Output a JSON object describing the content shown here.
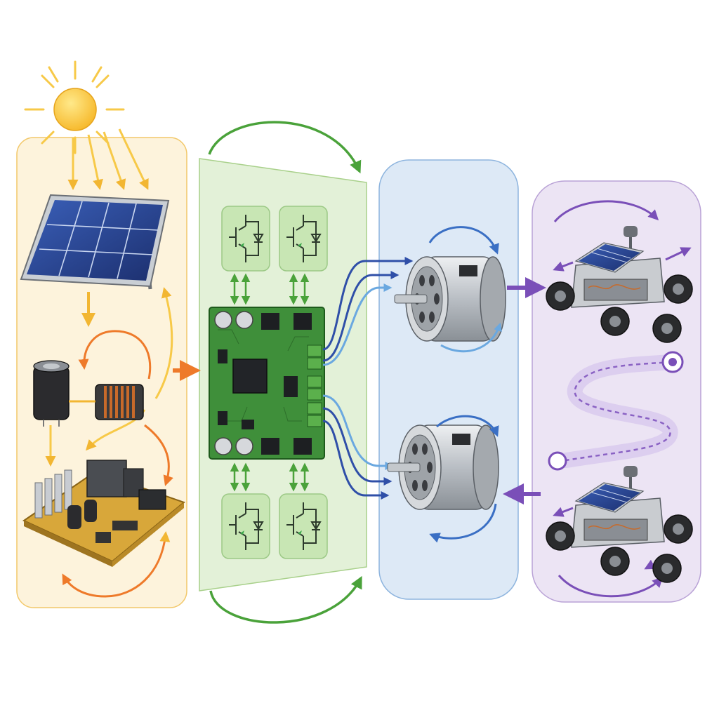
{
  "diagram": {
    "stages": [
      {
        "id": "solar-power-stage",
        "fill": "#fdf3dc",
        "stroke": "#f2c86a"
      },
      {
        "id": "motor-driver-stage",
        "fill": "#e3f1d8",
        "stroke": "#a8d08a"
      },
      {
        "id": "motor-stage",
        "fill": "#dde9f6",
        "stroke": "#8db4de"
      },
      {
        "id": "rover-stage",
        "fill": "#ece4f4",
        "stroke": "#b9a2d6"
      }
    ],
    "colors": {
      "sun": "#f9c23c",
      "sun_ray": "#f7c948",
      "energy_arrow": "#f2a23a",
      "energy_orange": "#ee7a2a",
      "driver_green": "#4aa23a",
      "pcb_green": "#3f8f3a",
      "signal_dark_blue": "#2f4fa8",
      "signal_light_blue": "#6aa8e0",
      "rotation_blue": "#3a6fc4",
      "robot_purple": "#7a4fb8",
      "path_purple": "#a98bd6"
    },
    "icons": [
      "sun-icon",
      "solar-panel-icon",
      "capacitor-icon",
      "inductor-icon",
      "power-board-icon",
      "igbt-switch-icon",
      "motor-driver-pcb-icon",
      "dc-motor-icon",
      "solar-rover-icon",
      "path-start-icon",
      "path-end-icon"
    ]
  }
}
